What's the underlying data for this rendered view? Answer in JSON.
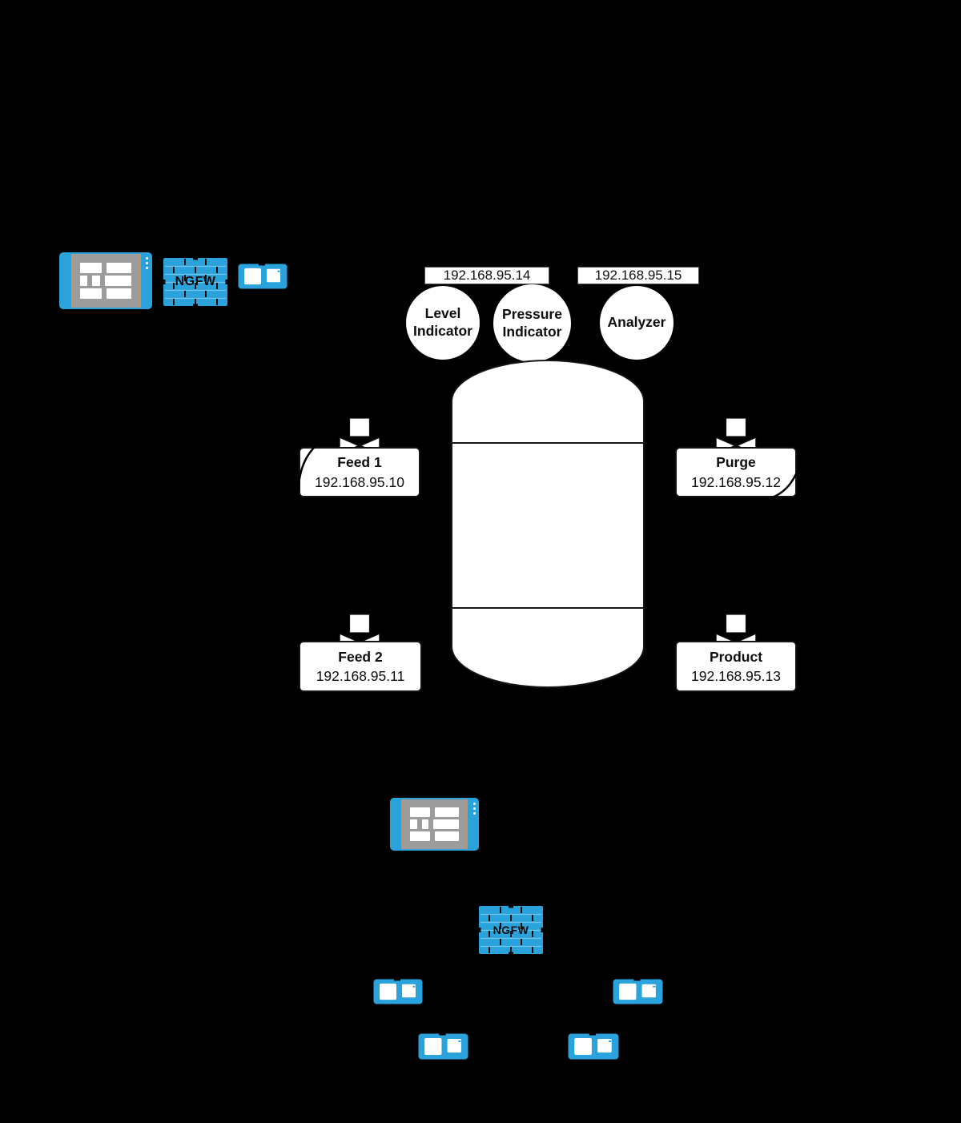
{
  "colors": {
    "background": "#000000",
    "icon_blue": "#2AA3DC",
    "icon_blue_light": "#74C7EC",
    "hmi_gray": "#9C9C9C",
    "hmi_accent_orange": "#CE9062",
    "shape_white": "#FFFFFF",
    "line_dark": "#161616"
  },
  "corporate_zone": {
    "ngfw_label": "NGFW",
    "icons": {
      "hmi": "hmi-dashboard-icon",
      "firewall": "ngfw-brick-wall-icon",
      "plc": "plc-module-icon"
    }
  },
  "field_devices": {
    "sensors_ip_label": "192.168.95.14",
    "analyzer_ip_label": "192.168.95.15",
    "level_indicator_label": "Level Indicator",
    "pressure_indicator_label": "Pressure Indicator",
    "analyzer_label": "Analyzer"
  },
  "valves": [
    {
      "name": "Feed 1",
      "ip": "192.168.95.10"
    },
    {
      "name": "Feed 2",
      "ip": "192.168.95.11"
    },
    {
      "name": "Purge",
      "ip": "192.168.95.12"
    },
    {
      "name": "Product",
      "ip": "192.168.95.13"
    }
  ],
  "control_zone": {
    "ngfw_label": "NGFW"
  }
}
